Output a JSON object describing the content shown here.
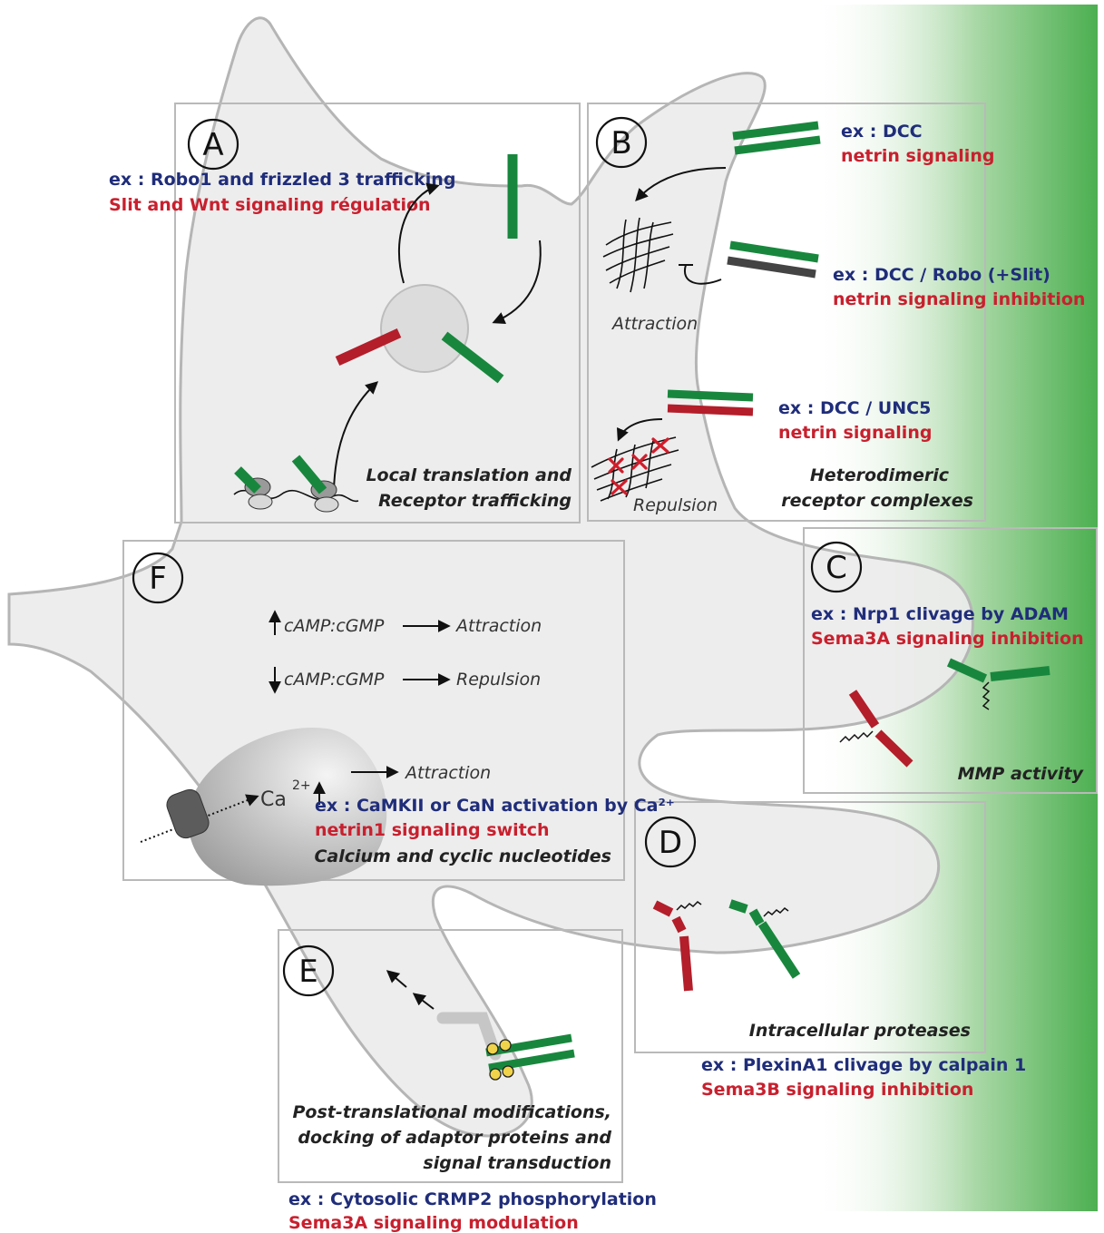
{
  "colors": {
    "receptor_green": "#18873d",
    "receptor_red": "#b31e2a",
    "example_text": "#1f2d7a",
    "signaling_text": "#c8202e",
    "background_gradient": "#4caf50"
  },
  "panels": {
    "a": {
      "letter": "A",
      "example": "ex :  Robo1 and frizzled 3 trafficking",
      "signaling": "Slit and Wnt signaling régulation",
      "caption_line1": "Local translation and",
      "caption_line2": "Receptor trafficking"
    },
    "b": {
      "letter": "B",
      "example1": "ex : DCC",
      "signaling1": "netrin signaling",
      "example2": "ex : DCC / Robo (+Slit)",
      "signaling2": "netrin signaling inhibition",
      "example3": "ex : DCC / UNC5",
      "signaling3": "netrin signaling",
      "label_attraction": "Attraction",
      "label_repulsion": "Repulsion",
      "caption_line1": "Heterodimeric",
      "caption_line2": "receptor complexes"
    },
    "c": {
      "letter": "C",
      "example": "ex :  Nrp1 clivage by ADAM",
      "signaling": "Sema3A signaling inhibition",
      "caption": "MMP activity"
    },
    "d": {
      "letter": "D",
      "caption": "Intracellular proteases",
      "example": "ex :  PlexinA1 clivage by calpain 1",
      "signaling": "Sema3B signaling inhibition"
    },
    "e": {
      "letter": "E",
      "caption_line1": "Post-translational modifications,",
      "caption_line2": "docking of adaptor proteins and",
      "caption_line3": "signal transduction",
      "example": "ex :  Cytosolic CRMP2 phosphorylation",
      "signaling": "Sema3A signaling modulation"
    },
    "f": {
      "letter": "F",
      "line1_text": "cAMP:cGMP",
      "line1_result": "Attraction",
      "line2_text": "cAMP:cGMP",
      "line2_result": "Repulsion",
      "ion_base": "Ca",
      "ion_charge": "2+",
      "line3_result": "Attraction",
      "example": "ex :  CaMKII or CaN activation by Ca²⁺",
      "signaling": "netrin1 signaling switch",
      "caption": "Calcium and cyclic nucleotides"
    }
  }
}
